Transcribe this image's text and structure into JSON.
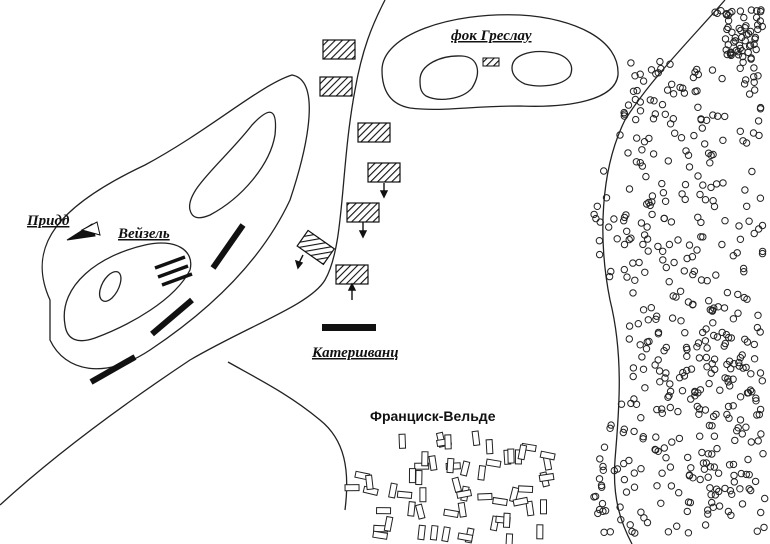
{
  "labels": {
    "fort": "фок Греслау",
    "pridd": "Придд",
    "weisel": "Вейзель",
    "kateriwanz": "Катершванц",
    "village": "Франциск-Вельде"
  },
  "colors": {
    "ink": "#111111",
    "paper": "#ffffff"
  }
}
